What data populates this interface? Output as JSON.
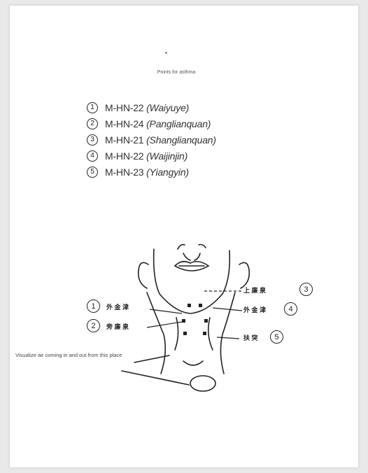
{
  "subtitle": "Points for asthma",
  "points": [
    {
      "num": "1",
      "code": "M-HN-22",
      "name": "(Waiyuye)"
    },
    {
      "num": "2",
      "code": "M-HN-24",
      "name": "(Panglianquan)"
    },
    {
      "num": "3",
      "code": "M-HN-21",
      "name": "(Shanglianquan)"
    },
    {
      "num": "4",
      "code": "M-HN-22",
      "name": "(Waijinjin)"
    },
    {
      "num": "5",
      "code": "M-HN-23",
      "name": "(Yiangyin)"
    }
  ],
  "figure": {
    "left_labels": [
      {
        "num": "1",
        "text": "外 金 津"
      },
      {
        "num": "2",
        "text": "旁 廉 泉"
      }
    ],
    "right_labels": [
      {
        "num": "3",
        "text": "上 廉 泉"
      },
      {
        "num": "4",
        "text": "外 金 津"
      },
      {
        "num": "5",
        "text": "扶 突"
      }
    ]
  },
  "note": "Visualize air coming in and out from this place"
}
